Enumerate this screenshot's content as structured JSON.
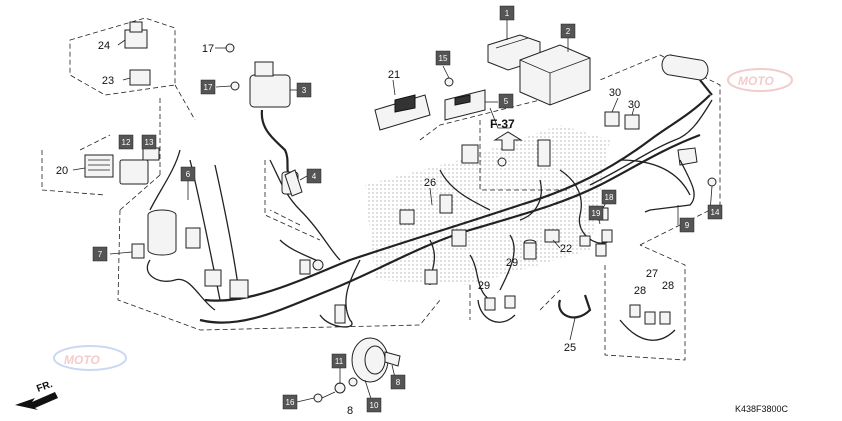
{
  "diagram": {
    "doc_code": "K438F3800C",
    "ref_label": "F-37",
    "front_label": "FR.",
    "watermark": "MOTO",
    "callouts": [
      {
        "id": "c1",
        "num": "1",
        "boxed": true
      },
      {
        "id": "c2",
        "num": "2",
        "boxed": true
      },
      {
        "id": "c3",
        "num": "3",
        "boxed": true
      },
      {
        "id": "c4",
        "num": "4",
        "boxed": true
      },
      {
        "id": "c5",
        "num": "5",
        "boxed": true
      },
      {
        "id": "c6",
        "num": "6",
        "boxed": true
      },
      {
        "id": "c7",
        "num": "7",
        "boxed": true
      },
      {
        "id": "c8",
        "num": "8",
        "boxed": true
      },
      {
        "id": "c8b",
        "num": "8",
        "boxed": false
      },
      {
        "id": "c9",
        "num": "9",
        "boxed": true
      },
      {
        "id": "c10",
        "num": "10",
        "boxed": true
      },
      {
        "id": "c11",
        "num": "11",
        "boxed": true
      },
      {
        "id": "c12",
        "num": "12",
        "boxed": true
      },
      {
        "id": "c13",
        "num": "13",
        "boxed": true
      },
      {
        "id": "c14",
        "num": "14",
        "boxed": true
      },
      {
        "id": "c15",
        "num": "15",
        "boxed": true
      },
      {
        "id": "c16",
        "num": "16",
        "boxed": true
      },
      {
        "id": "c17a",
        "num": "17",
        "boxed": false
      },
      {
        "id": "c17b",
        "num": "17",
        "boxed": true
      },
      {
        "id": "c18",
        "num": "18",
        "boxed": true
      },
      {
        "id": "c19",
        "num": "19",
        "boxed": true
      },
      {
        "id": "c20",
        "num": "20",
        "boxed": false
      },
      {
        "id": "c21",
        "num": "21",
        "boxed": false
      },
      {
        "id": "c22",
        "num": "22",
        "boxed": false
      },
      {
        "id": "c23",
        "num": "23",
        "boxed": false
      },
      {
        "id": "c24",
        "num": "24",
        "boxed": false
      },
      {
        "id": "c25",
        "num": "25",
        "boxed": false
      },
      {
        "id": "c26",
        "num": "26",
        "boxed": false
      },
      {
        "id": "c27",
        "num": "27",
        "boxed": false
      },
      {
        "id": "c28a",
        "num": "28",
        "boxed": false
      },
      {
        "id": "c28b",
        "num": "28",
        "boxed": false
      },
      {
        "id": "c29a",
        "num": "29",
        "boxed": false
      },
      {
        "id": "c29b",
        "num": "29",
        "boxed": false
      },
      {
        "id": "c30a",
        "num": "30",
        "boxed": false
      },
      {
        "id": "c30b",
        "num": "30",
        "boxed": false
      }
    ]
  }
}
